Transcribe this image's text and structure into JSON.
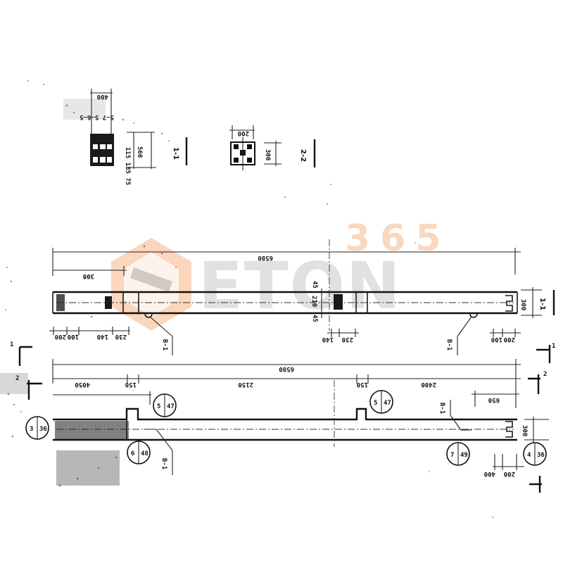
{
  "drawing": {
    "orientation": "rotated 180 degrees (scanned upside down)",
    "watermark": {
      "number": "365",
      "brand": "ETON",
      "number_color": "#f5b88e",
      "brand_color": "#bdbdbd",
      "logo_color": "#f0a070"
    },
    "sections": {
      "section_a": {
        "label": "1-1",
        "width_dim": "400",
        "height_dims": [
          "115",
          "185",
          "75",
          "565"
        ],
        "height_total": "560"
      },
      "section_b": {
        "label": "2-2",
        "width_dim": "200",
        "height_dim": "300"
      }
    },
    "upper_beam": {
      "overall_length": "6580",
      "left_dim": "300",
      "depth": "300",
      "section_cut": "1-1",
      "mid_dims": [
        "45",
        "210",
        "45"
      ],
      "bottom_left_dims": [
        "200",
        "100",
        "140",
        "230"
      ],
      "bottom_mid_dims": [
        "140",
        "230"
      ],
      "bottom_right_dims": [
        "100",
        "200"
      ],
      "leader_labels": [
        "B-1",
        "B-1"
      ]
    },
    "lower_beam": {
      "overall_length": "6580",
      "segments": [
        "4050",
        "150",
        "2150",
        "150",
        "2400"
      ],
      "right_inset": "650",
      "depth": "300",
      "leader_labels": [
        "B-1",
        "B-1"
      ],
      "bottom_right_dims": [
        "400",
        "200"
      ],
      "detail_bubbles": [
        {
          "top": "5",
          "bottom": "47"
        },
        {
          "top": "5",
          "bottom": "47"
        },
        {
          "top": "7",
          "bottom": "49"
        },
        {
          "top": "4",
          "bottom": "36"
        },
        {
          "top": "3",
          "bottom": "36"
        },
        {
          "top": "6",
          "bottom": "48"
        }
      ],
      "cut_marks": [
        "1",
        "2",
        "1",
        "2"
      ]
    }
  }
}
